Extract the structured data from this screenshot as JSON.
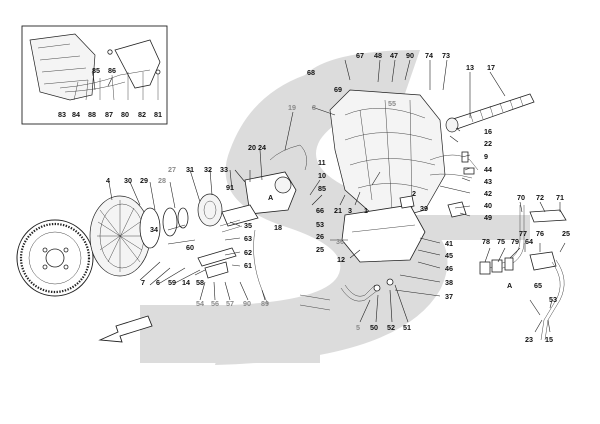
{
  "colors": {
    "ink": "#111111",
    "grey_label": "#8a8a8a",
    "watermark": "#d9d9d9",
    "background": "#ffffff"
  },
  "inset": {
    "labels": [
      "85",
      "86",
      "83",
      "84",
      "88",
      "87",
      "80",
      "82",
      "81"
    ]
  },
  "callouts": {
    "top": [
      "67",
      "48",
      "47",
      "90",
      "74",
      "73",
      "68",
      "69",
      "55",
      "8",
      "19",
      "13",
      "17"
    ],
    "right": [
      "16",
      "22",
      "9",
      "44",
      "43",
      "42",
      "2",
      "40",
      "39",
      "49"
    ],
    "middle": [
      "11",
      "10",
      "85",
      "66",
      "21",
      "3",
      "1",
      "53",
      "26",
      "25",
      "24",
      "20",
      "91",
      "33",
      "32",
      "31",
      "27",
      "28",
      "29",
      "30",
      "4",
      "34",
      "35",
      "63",
      "62",
      "61",
      "60",
      "18",
      "36",
      "12",
      "41",
      "45",
      "46",
      "38",
      "37"
    ],
    "bottom": [
      "7",
      "6",
      "59",
      "14",
      "58",
      "54",
      "56",
      "57",
      "90",
      "89",
      "5",
      "50",
      "52",
      "51"
    ],
    "far_right": [
      "70",
      "72",
      "71",
      "77",
      "76",
      "78",
      "75",
      "79",
      "64",
      "25",
      "65",
      "53",
      "23",
      "15"
    ],
    "arrows": [
      "A",
      "A"
    ]
  }
}
